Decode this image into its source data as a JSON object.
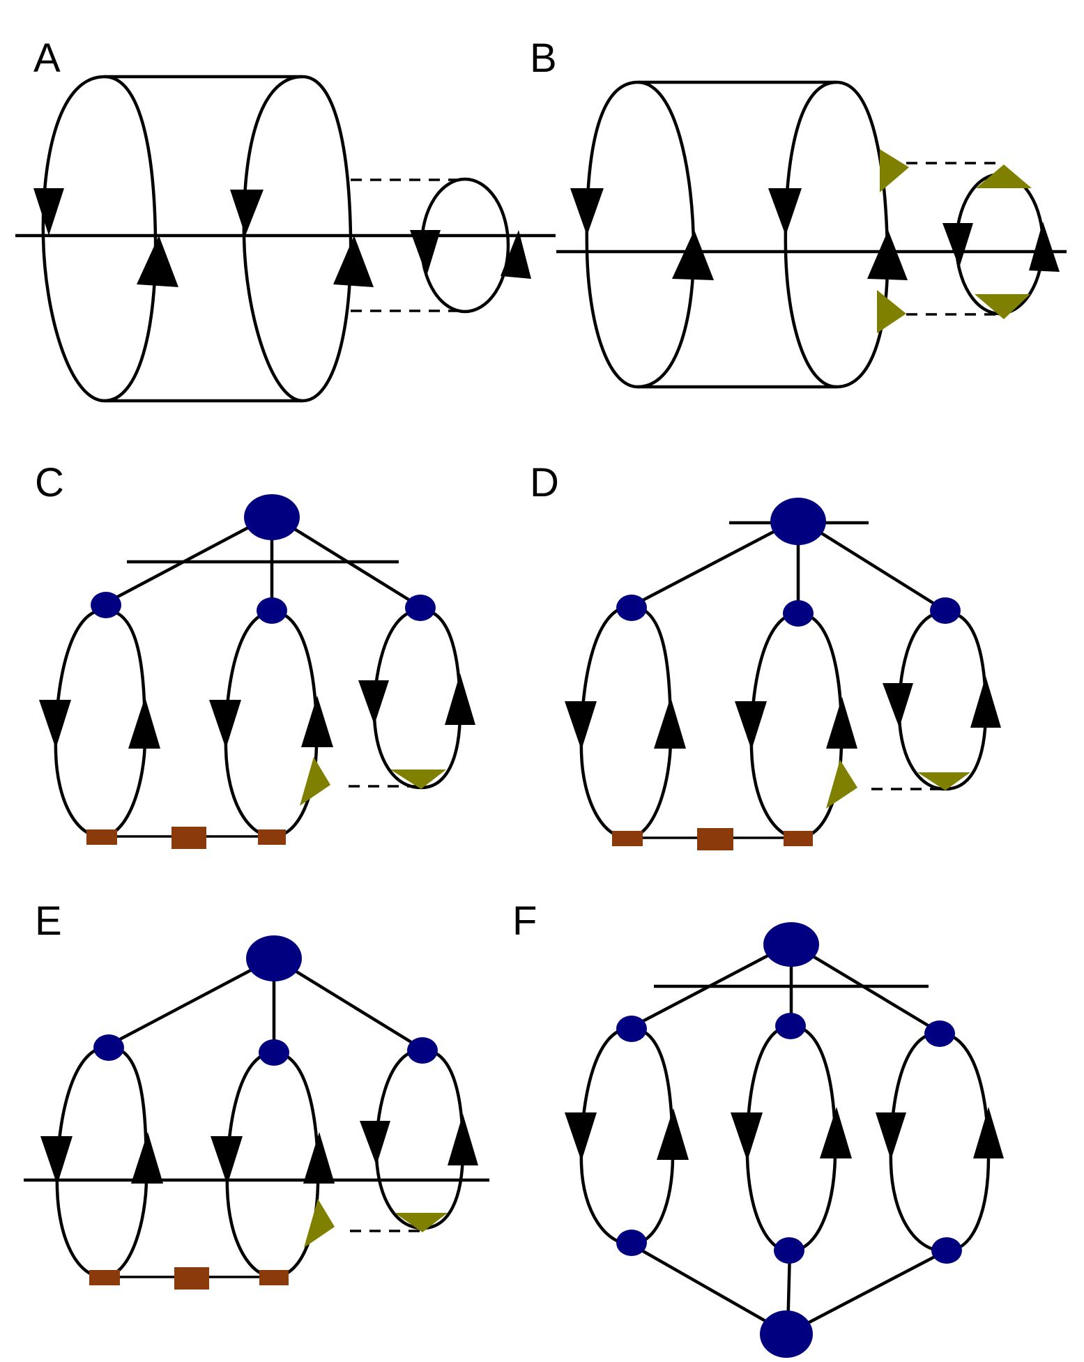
{
  "panels": [
    {
      "id": "A",
      "label": "A"
    },
    {
      "id": "B",
      "label": "B"
    },
    {
      "id": "C",
      "label": "C"
    },
    {
      "id": "D",
      "label": "D"
    },
    {
      "id": "E",
      "label": "E"
    },
    {
      "id": "F",
      "label": "F"
    }
  ],
  "colors": {
    "line": "#000000",
    "vertex": "#000080",
    "triangle": "#808000",
    "rectangle": "#8B3A0B"
  },
  "icons": [
    "arrowhead",
    "large-vertex",
    "small-vertex",
    "triangle-marker",
    "rectangle-marker"
  ]
}
